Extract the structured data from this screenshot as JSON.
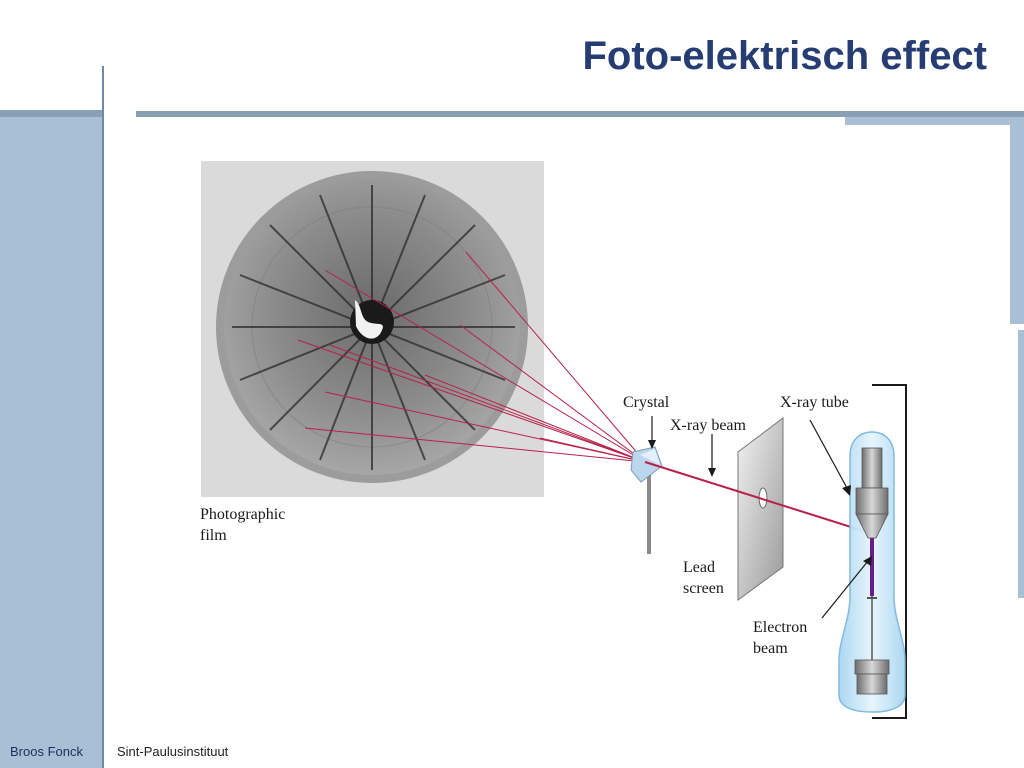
{
  "slide": {
    "title": "Foto-elektrisch effect"
  },
  "footer": {
    "author": "Broos Fonck",
    "school": "Sint-Paulusinstituut"
  },
  "diagram": {
    "labels": {
      "film_line1": "Photographic",
      "film_line2": "film",
      "crystal": "Crystal",
      "xray_beam": "X-ray beam",
      "xray_tube": "X-ray tube",
      "lead_line1": "Lead",
      "lead_line2": "screen",
      "electron_line1": "Electron",
      "electron_line2": "beam"
    },
    "colors": {
      "beam": "#b8224a",
      "electron_beam": "#6a1a8a",
      "tube_glass": "#bfe3f7",
      "film_background": "#d9d9d9"
    }
  }
}
